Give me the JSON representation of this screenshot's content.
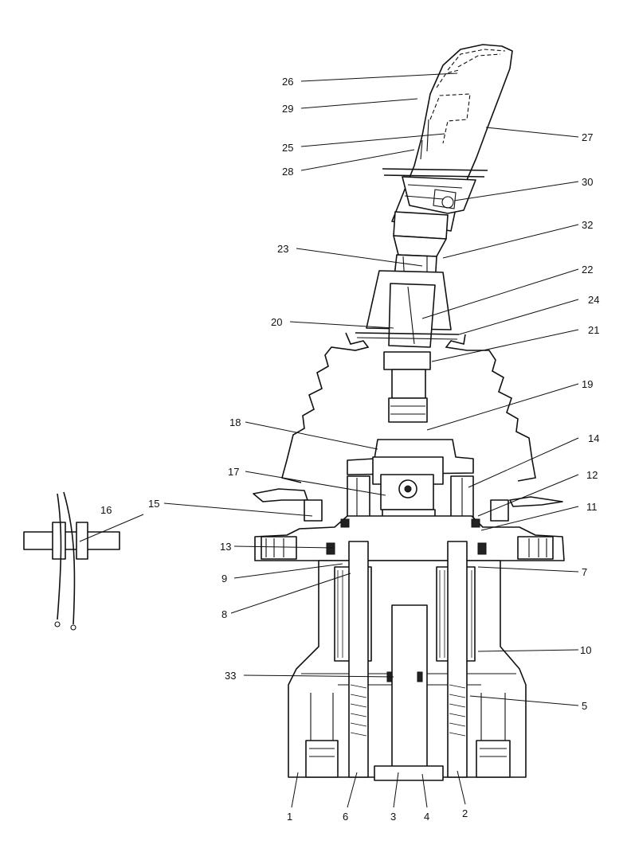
{
  "callouts": [
    "26",
    "29",
    "25",
    "28",
    "27",
    "30",
    "32",
    "23",
    "22",
    "20",
    "24",
    "21",
    "19",
    "18",
    "14",
    "17",
    "12",
    "15",
    "16",
    "11",
    "13",
    "9",
    "7",
    "8",
    "10",
    "33",
    "5",
    "1",
    "6",
    "3",
    "4",
    "2"
  ]
}
